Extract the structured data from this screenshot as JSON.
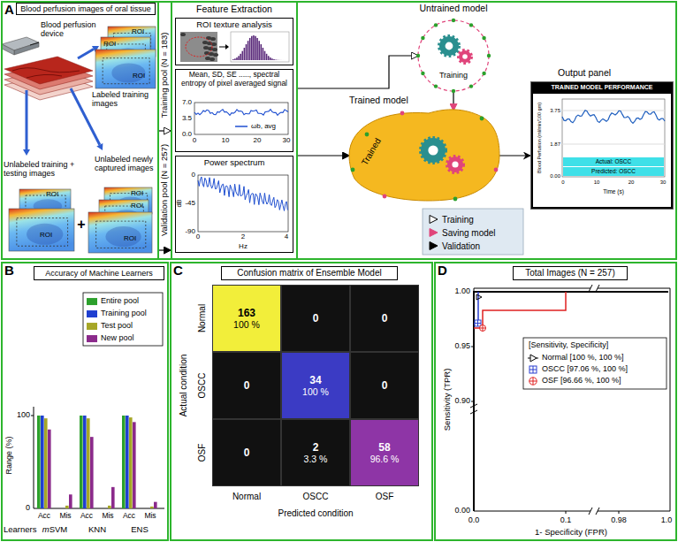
{
  "diagram": {
    "nodes": [
      {
        "text": [
          "A"
        ]
      },
      {
        "text": [
          "Blood perfusion images of oral tissue"
        ],
        "in": 0
      },
      {
        "text": [
          "Feature Extraction"
        ],
        "in": 0
      },
      {
        "text": [
          "ROI texture analysis"
        ],
        "in": 2
      },
      {
        "text": [
          "Mean, SD, SE ....., spectral entropy of pixel averaged signal"
        ],
        "in": 2
      },
      {
        "text": [
          "Power spectrum"
        ],
        "in": 2
      },
      {
        "text": [
          "Untrained model",
          "Training"
        ],
        "in": 0
      },
      {
        "text": [
          "Trained model",
          "Trained"
        ],
        "in": 0
      },
      {
        "text": [
          "Output panel",
          "TRAINED MODEL PERFORMANCE"
        ],
        "in": 0
      },
      {
        "text": [
          "Actual: OSCC"
        ],
        "in": 8
      },
      {
        "text": [
          "Predicted: OSCC"
        ],
        "in": 8
      },
      {
        "text": [
          "B"
        ]
      },
      {
        "text": [
          "C"
        ]
      },
      {
        "text": [
          "D"
        ]
      },
      {
        "text": [
          "Accuracy of Machine Learners"
        ],
        "in": 11
      },
      {
        "text": [
          "Confusion matrix of Ensemble Model"
        ],
        "in": 12
      },
      {
        "text": [
          "Total Images (N = 257)"
        ],
        "in": 13
      },
      {
        "text": [
          "163",
          "100 %"
        ],
        "in": 12
      },
      {
        "text": [
          "0"
        ],
        "in": 12
      },
      {
        "text": [
          "0"
        ],
        "in": 12
      },
      {
        "text": [
          "0"
        ],
        "in": 12
      },
      {
        "text": [
          "34",
          "100 %"
        ],
        "in": 12
      },
      {
        "text": [
          "0"
        ],
        "in": 12
      },
      {
        "text": [
          "0"
        ],
        "in": 12
      },
      {
        "text": [
          "2",
          "3.3 %"
        ],
        "in": 12
      },
      {
        "text": [
          "58",
          "96.6 %"
        ],
        "in": 12
      }
    ],
    "edges": [
      {
        "from": 1,
        "to": 2,
        "arrow": "to"
      },
      {
        "from": 1,
        "to": 2,
        "arrow": "to"
      },
      {
        "from": 2,
        "to": 6,
        "arrow": "to"
      },
      {
        "from": 2,
        "to": 7,
        "arrow": "to"
      },
      {
        "from": 6,
        "to": 7,
        "arrow": "to"
      },
      {
        "from": 7,
        "to": 8,
        "arrow": "to"
      }
    ],
    "labels": [
      "Blood perfusion device",
      "Labeled training images",
      "Unlabeled training + testing images",
      "Unlabeled newly captured images",
      "+",
      "ROI",
      "ROI",
      "ROI",
      "ROI",
      "ROI",
      "ROI",
      "ROI",
      "ROI",
      "Training pool (N = 183)",
      "Validation pool (N = 257)",
      "7.0",
      "3.5",
      "0.0",
      "0",
      "10",
      "20",
      "30",
      "dB",
      "0",
      "-45",
      "-90",
      "0",
      "2",
      "4",
      "Hz",
      "Blood Perfusion (ml/min/100 gm)",
      "3.75",
      "1.87",
      "0.00",
      "0",
      "10",
      "20",
      "30",
      "Time (s)",
      "Range (%)",
      "100",
      "0",
      "Acc",
      "Mis",
      "Acc",
      "Mis",
      "Acc",
      "Mis",
      "Learners",
      "mSVM",
      "KNN",
      "ENS",
      "Actual condition",
      "Normal",
      "OSCC",
      "OSF",
      "Normal",
      "OSCC",
      "OSF",
      "Predicted condition",
      "Sensitivity (TPR)",
      "1.00",
      "0.95",
      "0.90",
      "0.00",
      "0.0",
      "0.1",
      "0.98",
      "1.0",
      "1- Specificity (FPR)",
      "[Sensitivity, Specificity]"
    ],
    "legend": [
      {
        "text": "Training"
      },
      {
        "text": "Saving model"
      },
      {
        "text": "Validation"
      },
      {
        "text": "Entire pool",
        "color": "#2ca02c"
      },
      {
        "text": "Training pool",
        "color": "#1f3fd0"
      },
      {
        "text": "Test pool",
        "color": "#a6a626"
      },
      {
        "text": "New pool",
        "color": "#8b2a8b"
      },
      {
        "text": "ωb, avg"
      },
      {
        "text": "Normal [100 %, 100 %]"
      },
      {
        "text": "OSCC [97.06 %, 100 %]"
      },
      {
        "text": "OSF [96.66 %, 100 %]"
      }
    ]
  }
}
